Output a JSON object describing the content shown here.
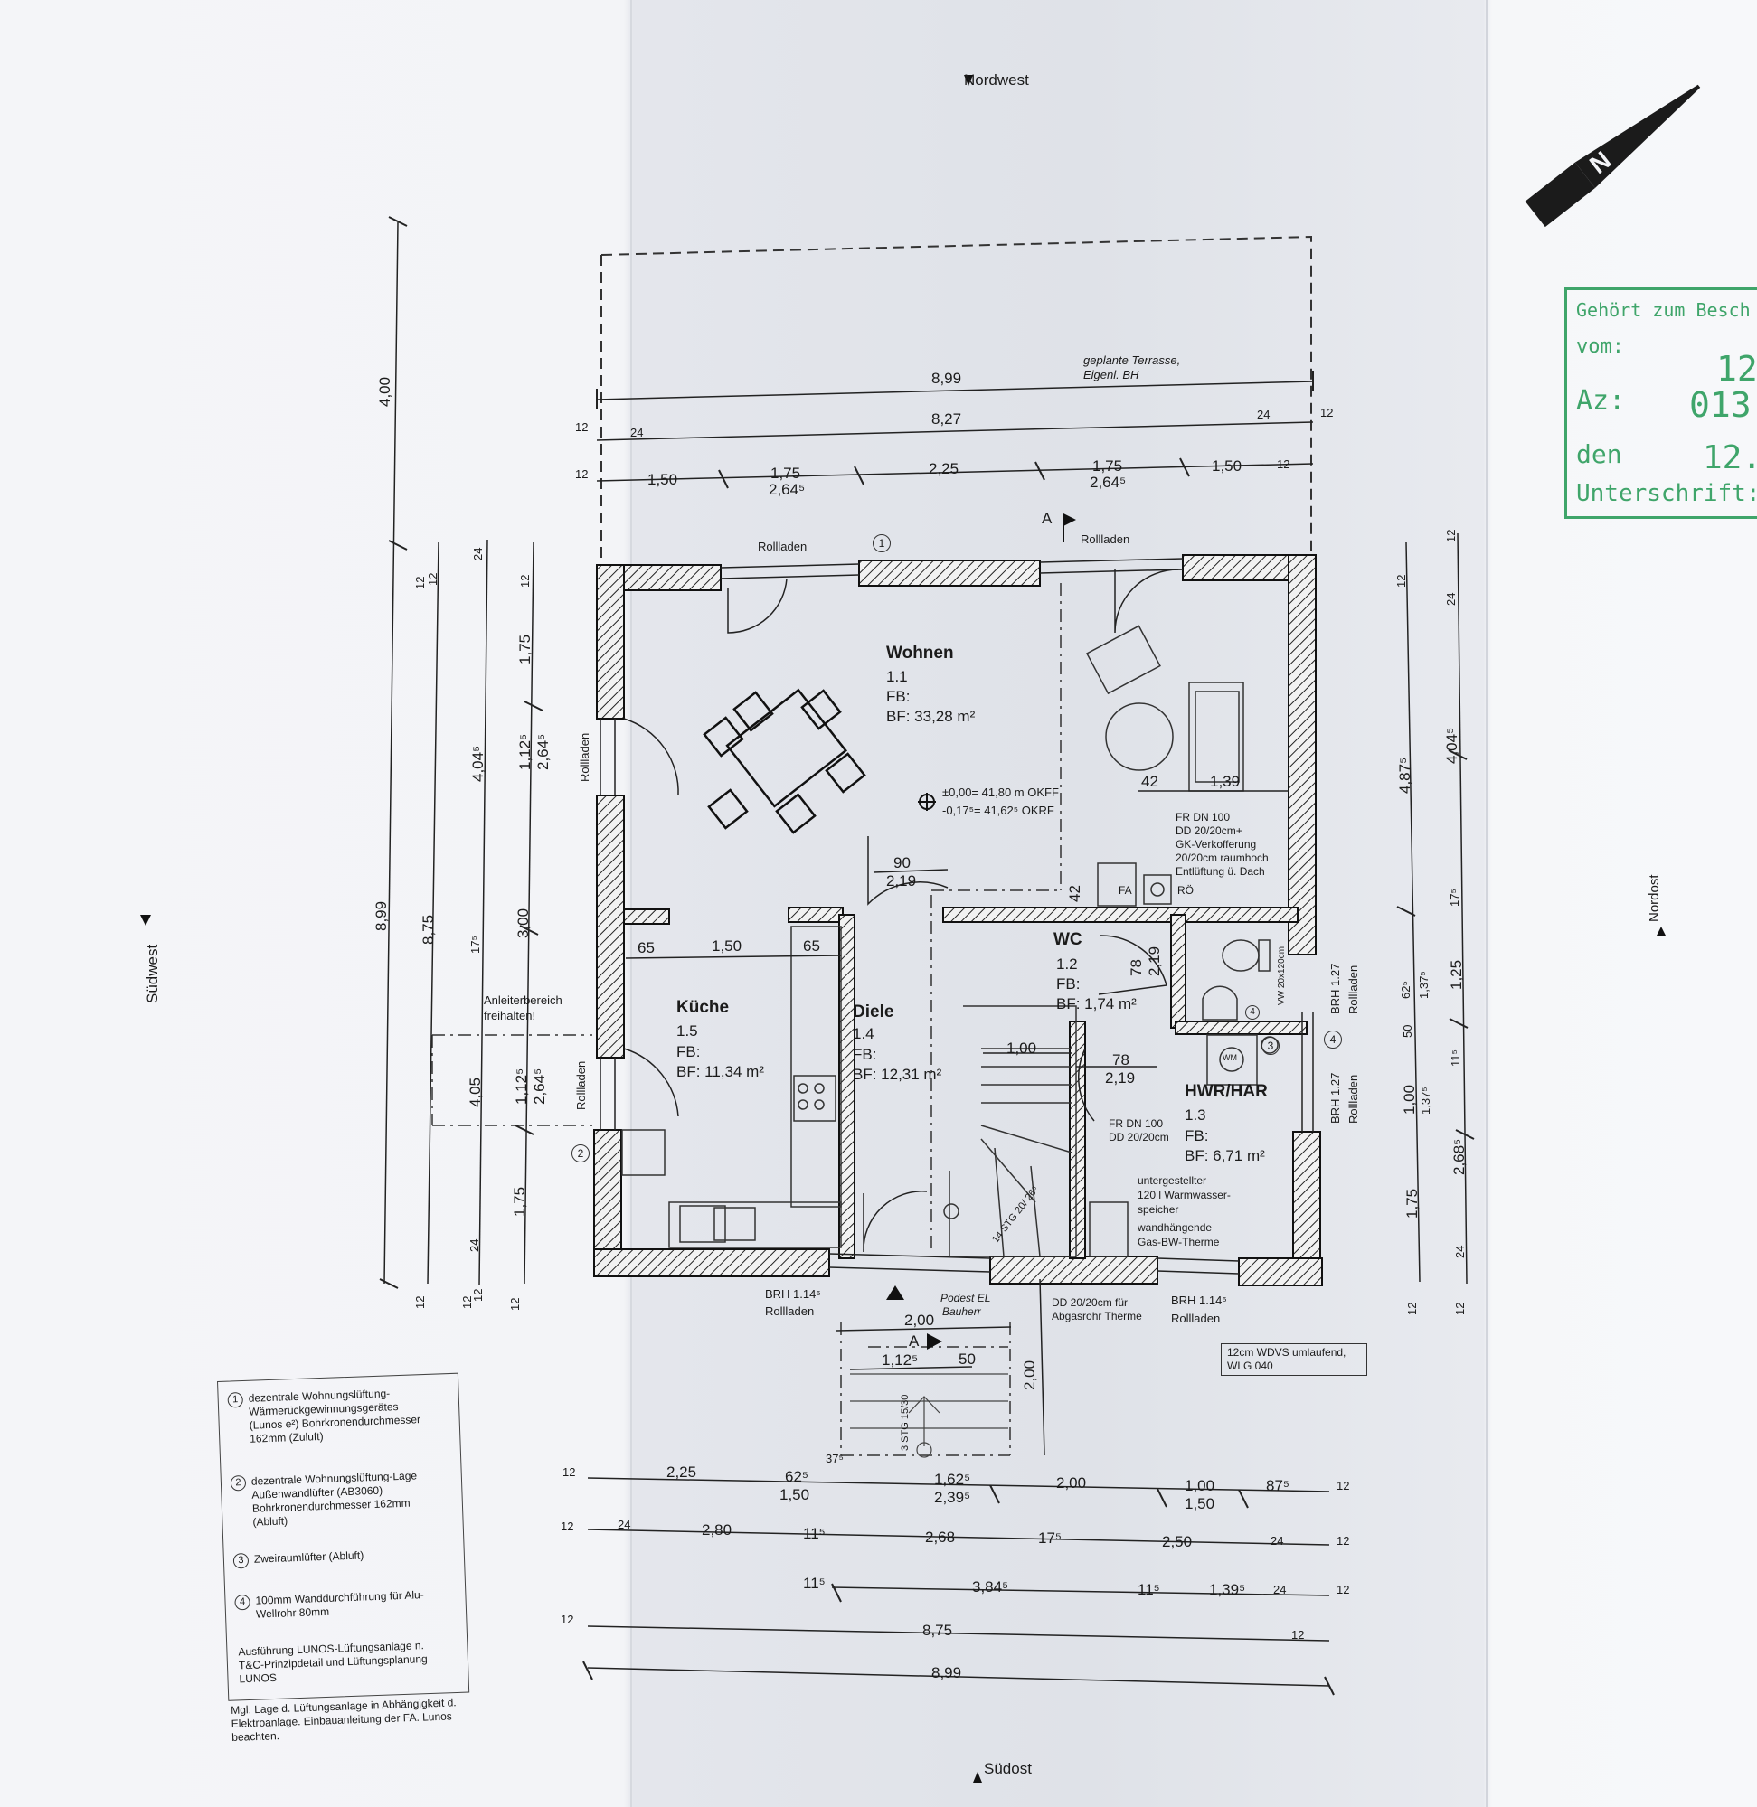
{
  "orientation": {
    "north_west": "Nordwest",
    "south_west": "Südwest",
    "south_east": "Südost",
    "north_east": "Nordost",
    "north_arrow": "N"
  },
  "stamp": {
    "line1": "Gehört zum Besch",
    "vom_label": "vom:",
    "vom_value": "12",
    "az_label": "Az:",
    "az_value": "013",
    "den_label": "den",
    "den_value": "12.",
    "unterschrift": "Unterschrift:"
  },
  "rooms": [
    {
      "name": "Wohnen",
      "number": "1.1",
      "fb": "FB:",
      "bf": "BF: 33,28 m²"
    },
    {
      "name": "WC",
      "number": "1.2",
      "fb": "FB:",
      "bf": "BF: 1,74 m²"
    },
    {
      "name": "HWR/HAR",
      "number": "1.3",
      "fb": "FB:",
      "bf": "BF: 6,71 m²"
    },
    {
      "name": "Diele",
      "number": "1.4",
      "fb": "FB:",
      "bf": "BF: 12,31 m²"
    },
    {
      "name": "Küche",
      "number": "1.5",
      "fb": "FB:",
      "bf": "BF: 11,34 m²"
    }
  ],
  "annotations": {
    "terrace1": "geplante Terrasse,",
    "terrace2": "Eigenl. BH",
    "rollladen": "Rollladen",
    "anleiter1": "Anleiterbereich",
    "anleiter2": "freihalten!",
    "level1": "±0,00= 41,80 m OKFF",
    "level2": "-0,17⁵= 41,62⁵ OKRF",
    "fr_dn_100": "FR DN 100",
    "dd_gk1": "DD 20/20cm+",
    "dd_gk2": "GK-Verkofferung",
    "dd_gk3": "20/20cm raumhoch",
    "dd_gk4": "Entlüftung ü. Dach",
    "fa": "FA",
    "ro": "RÖ",
    "vw": "VW 20x120cm",
    "wm": "WM",
    "fr_dn_100b": "FR DN 100",
    "dd_20": "DD 20/20cm",
    "speicher1": "untergestellter",
    "speicher2": "120 l Warmwasser-",
    "speicher3": "speicher",
    "therme1": "wandhängende",
    "therme2": "Gas-BW-Therme",
    "stairs": "14 STG 20/ 26⁵",
    "stairs_ext": "3 STG 15/30",
    "brh_sw": "BRH 1.14⁵",
    "brh_se": "BRH 1.14⁵",
    "brh_ne1": "BRH 1.27",
    "brh_ne2": "BRH 1.27",
    "podest1": "Podest EL",
    "podest2": "Bauherr",
    "dd_abgas1": "DD 20/20cm für",
    "dd_abgas2": "Abgasrohr Therme",
    "wdvs1": "12cm WDVS umlaufend,",
    "wdvs2": "WLG 040",
    "section_a": "A"
  },
  "legend": [
    {
      "n": "1",
      "text": "dezentrale Wohnungslüftung-Wärmerückgewinnungsgerätes (Lunos e²) Bohrkronendurchmesser 162mm (Zuluft)"
    },
    {
      "n": "2",
      "text": "dezentrale Wohnungslüftung-Lage Außenwandlüfter (AB3060) Bohrkronendurchmesser 162mm (Abluft)"
    },
    {
      "n": "3",
      "text": "Zweiraumlüfter (Abluft)"
    },
    {
      "n": "4",
      "text": "100mm Wanddurchführung für Alu-Wellrohr 80mm"
    }
  ],
  "legend_notes": {
    "n1": "Ausführung LUNOS-Lüftungsanlage n. T&C-Prinzipdetail und Lüftungsplanung LUNOS",
    "n2": "Mgl. Lage d. Lüftungsanlage in Abhängigkeit d. Elektroanlage. Einbauanleitung der FA. Lunos beachten."
  },
  "dims": {
    "top_899": "8,99",
    "top_827": "8,27",
    "t_12a": "12",
    "t_24a": "24",
    "t_24b": "24",
    "t_12b": "12",
    "t_12c": "12",
    "t_150a": "1,50",
    "t_175a": "1,75",
    "t_2645a": "2,64⁵",
    "t_225": "2,25",
    "t_175b": "1,75",
    "t_2645b": "2,64⁵",
    "t_150b": "1,50",
    "t_12d": "12",
    "l_400": "4,00",
    "l_899": "8,99",
    "l_875": "8,75",
    "l_12a": "12",
    "l_12b": "12",
    "l_24a": "24",
    "l_4045": "4,04⁵",
    "l_175a": "17⁵",
    "l_12c": "12",
    "l_24b": "24",
    "l_12d": "12",
    "l_175b": "1,75",
    "l_1125a": "1,12⁵",
    "l_2645a": "2,64⁵",
    "l_300": "3,00",
    "l_405": "4,05",
    "l_1125b": "1,12⁵",
    "l_2645b": "2,64⁵",
    "l_175c": "1,75",
    "l_12e": "12",
    "l_12f": "12",
    "l_12g": "12",
    "r_12a": "12",
    "r_24a": "24",
    "r_12b": "12",
    "r_4875": "4,87⁵",
    "r_4045": "4,04⁵",
    "r_175": "17⁵",
    "r_625": "62⁵",
    "r_1375a": "1,37⁵",
    "r_125": "1,25",
    "r_50": "50",
    "r_115": "11⁵",
    "r_100": "1,00",
    "r_1375b": "1,37⁵",
    "r_2685": "2,68⁵",
    "r_175b": "1,75",
    "r_24b": "24",
    "r_12c": "12",
    "r_12d": "12",
    "i_65a": "65",
    "i_150": "1,50",
    "i_65b": "65",
    "i_90": "90",
    "i_219a": "2,19",
    "i_42a": "42",
    "i_139": "1,39",
    "i_42b": "42",
    "i_78a": "78",
    "i_219b": "2,19",
    "i_100": "1,00",
    "i_78b": "78",
    "i_219c": "2,19",
    "i_200a": "2,00",
    "i_1125": "1,12⁵",
    "i_50": "50",
    "i_200b": "2,00",
    "b1_12": "12",
    "b1_225": "2,25",
    "b1_625": "62⁵",
    "b1_375": "37⁵",
    "b1_150": "1,50",
    "b1_1625": "1,62⁵",
    "b1_2395": "2,39⁵",
    "b1_200": "2,00",
    "b1_100": "1,00",
    "b1_150b": "1,50",
    "b1_875": "87⁵",
    "b1_12b": "12",
    "b2_12": "12",
    "b2_24": "24",
    "b2_280": "2,80",
    "b2_115": "11⁵",
    "b2_268": "2,68",
    "b2_175": "17⁵",
    "b2_250": "2,50",
    "b2_24b": "24",
    "b2_12b": "12",
    "b3_115": "11⁵",
    "b3_3845": "3,84⁵",
    "b3_115b": "11⁵",
    "b3_1395": "1,39⁵",
    "b3_24": "24",
    "b3_12": "12",
    "b4_12": "12",
    "b4_875": "8,75",
    "b4_12b": "12",
    "b5_899": "8,99"
  }
}
